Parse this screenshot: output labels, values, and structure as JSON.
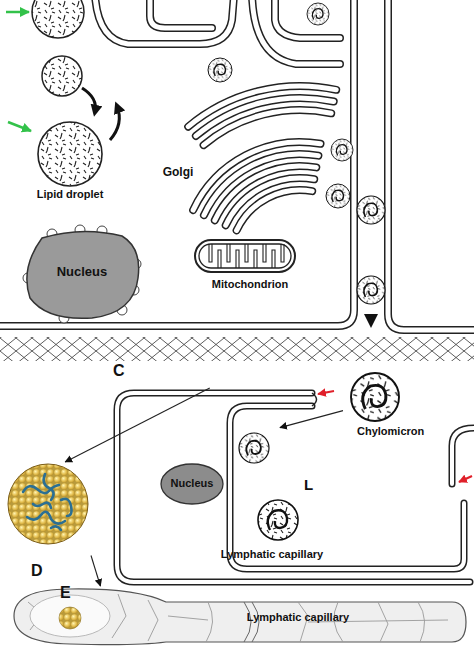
{
  "diagram": {
    "nodes": [
      {
        "text": [
          "Lipid droplet"
        ]
      },
      {
        "text": [
          "Golgi"
        ]
      },
      {
        "text": [
          "Nucleus"
        ]
      },
      {
        "text": [
          "Mitochondrion"
        ]
      },
      {
        "text": [
          "Chylomicron"
        ]
      },
      {
        "text": [
          "L",
          "Lymphatic capillary"
        ]
      },
      {
        "text": [
          "Nucleus"
        ],
        "in": 5
      },
      {
        "text": [
          "D"
        ]
      },
      {
        "text": [
          "E",
          "Lymphatic capillary"
        ]
      }
    ],
    "edges": [
      {
        "from": 4,
        "to": 5,
        "arrow": "to"
      },
      {
        "from": 5,
        "to": 7,
        "arrow": "to"
      },
      {
        "from": 7,
        "to": 8,
        "arrow": "to"
      }
    ],
    "labels": [
      "C"
    ]
  }
}
